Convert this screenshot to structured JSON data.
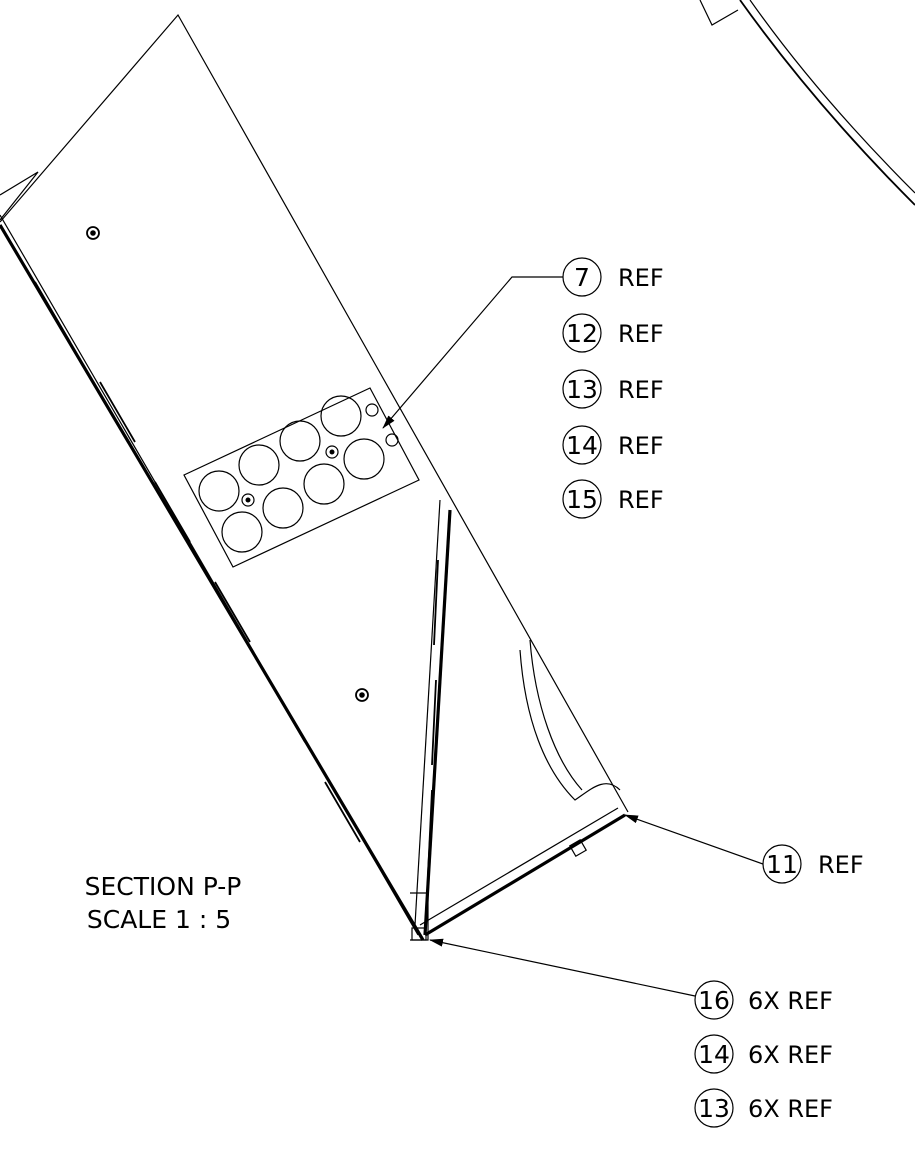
{
  "section": {
    "title": "SECTION P-P",
    "scale": "SCALE 1 : 5"
  },
  "callouts": {
    "group_top": [
      {
        "balloon": "7",
        "note": "REF"
      },
      {
        "balloon": "12",
        "note": "REF"
      },
      {
        "balloon": "13",
        "note": "REF"
      },
      {
        "balloon": "14",
        "note": "REF"
      },
      {
        "balloon": "15",
        "note": "REF"
      }
    ],
    "single": {
      "balloon": "11",
      "note": "REF"
    },
    "group_bottom": [
      {
        "balloon": "16",
        "note": "6X REF"
      },
      {
        "balloon": "14",
        "note": "6X REF"
      },
      {
        "balloon": "13",
        "note": "6X REF"
      }
    ]
  },
  "colors": {
    "line": "#000000",
    "background": "#ffffff"
  }
}
